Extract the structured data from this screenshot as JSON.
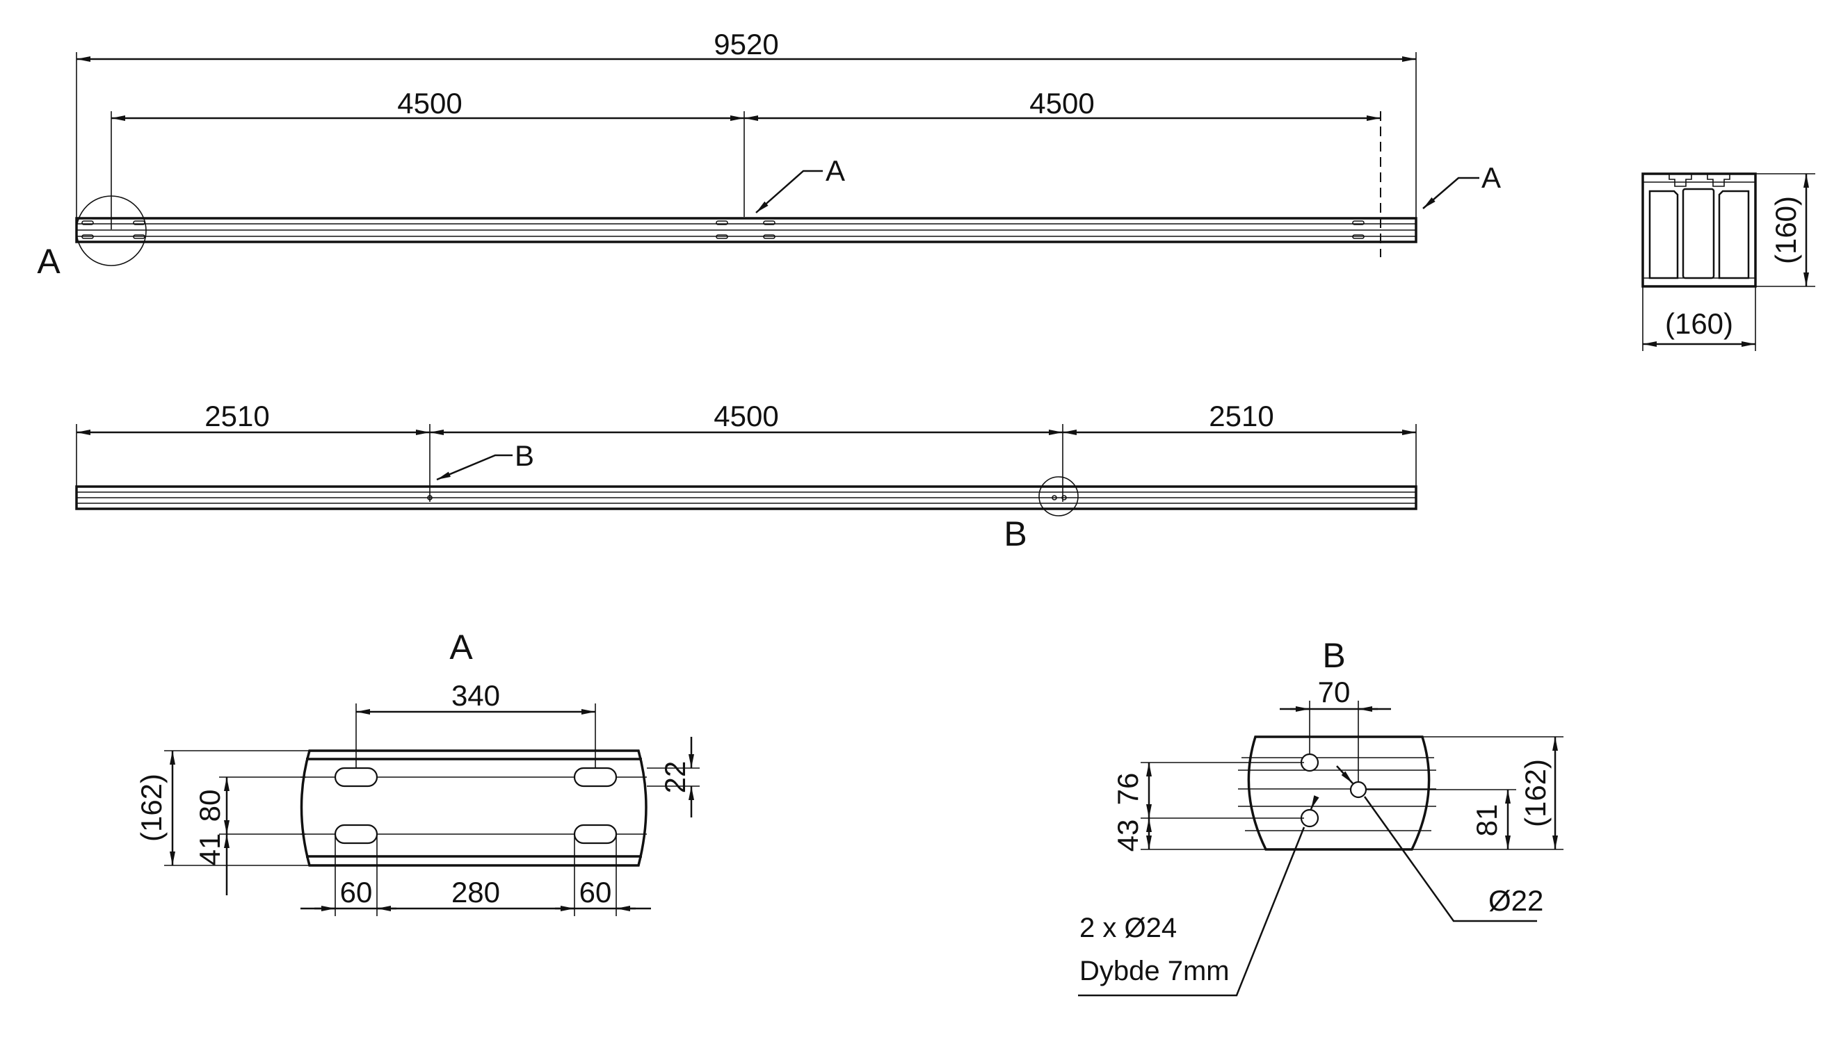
{
  "view_top": {
    "dim_total": "9520",
    "dim_left": "4500",
    "dim_right": "4500",
    "callout_center": "A",
    "callout_right": "A",
    "detail_label": "A"
  },
  "profile": {
    "dim_width": "(160)",
    "dim_height": "(160)"
  },
  "view_side": {
    "dim_left": "2510",
    "dim_middle": "4500",
    "dim_right": "2510",
    "callout": "B",
    "detail_label": "B"
  },
  "detail_a": {
    "title": "A",
    "dim_slot_pitch": "340",
    "dim_height": "(162)",
    "dim_row_gap": "80",
    "dim_bottom": "41",
    "dim_slot_width": "22",
    "dim_slot_len_left": "60",
    "dim_between": "280",
    "dim_slot_len_right": "60"
  },
  "detail_b": {
    "title": "B",
    "dim_hole_spacing": "70",
    "dim_upper": "76",
    "dim_lower": "43",
    "dim_height": "(162)",
    "dim_right_hole": "81",
    "hole_diameter": "Ø22",
    "note_line1": "2 x Ø24",
    "note_line2": "Dybde 7mm"
  }
}
